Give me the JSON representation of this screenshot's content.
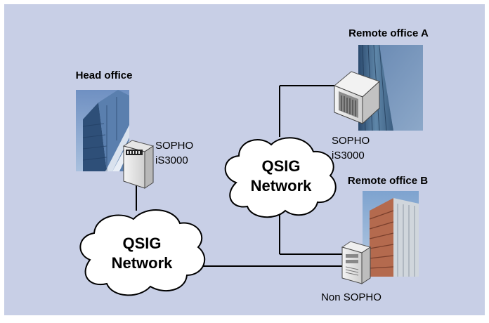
{
  "colors": {
    "background": "#c8cfe6",
    "cloud_fill": "#ffffff",
    "line": "#000000"
  },
  "sites": {
    "head_office": {
      "title": "Head office",
      "system_line1": "SOPHO",
      "system_line2": "iS3000"
    },
    "remote_a": {
      "title": "Remote office A",
      "system_line1": "SOPHO",
      "system_line2": "iS3000"
    },
    "remote_b": {
      "title": "Remote office B",
      "system": "Non SOPHO"
    }
  },
  "networks": {
    "left": {
      "line1": "QSIG",
      "line2": "Network"
    },
    "right": {
      "line1": "QSIG",
      "line2": "Network"
    }
  },
  "icons": {
    "head_server": "pbx-cabinet-icon",
    "remote_a_server": "pbx-cabinet-icon",
    "remote_b_server": "server-tower-icon"
  }
}
